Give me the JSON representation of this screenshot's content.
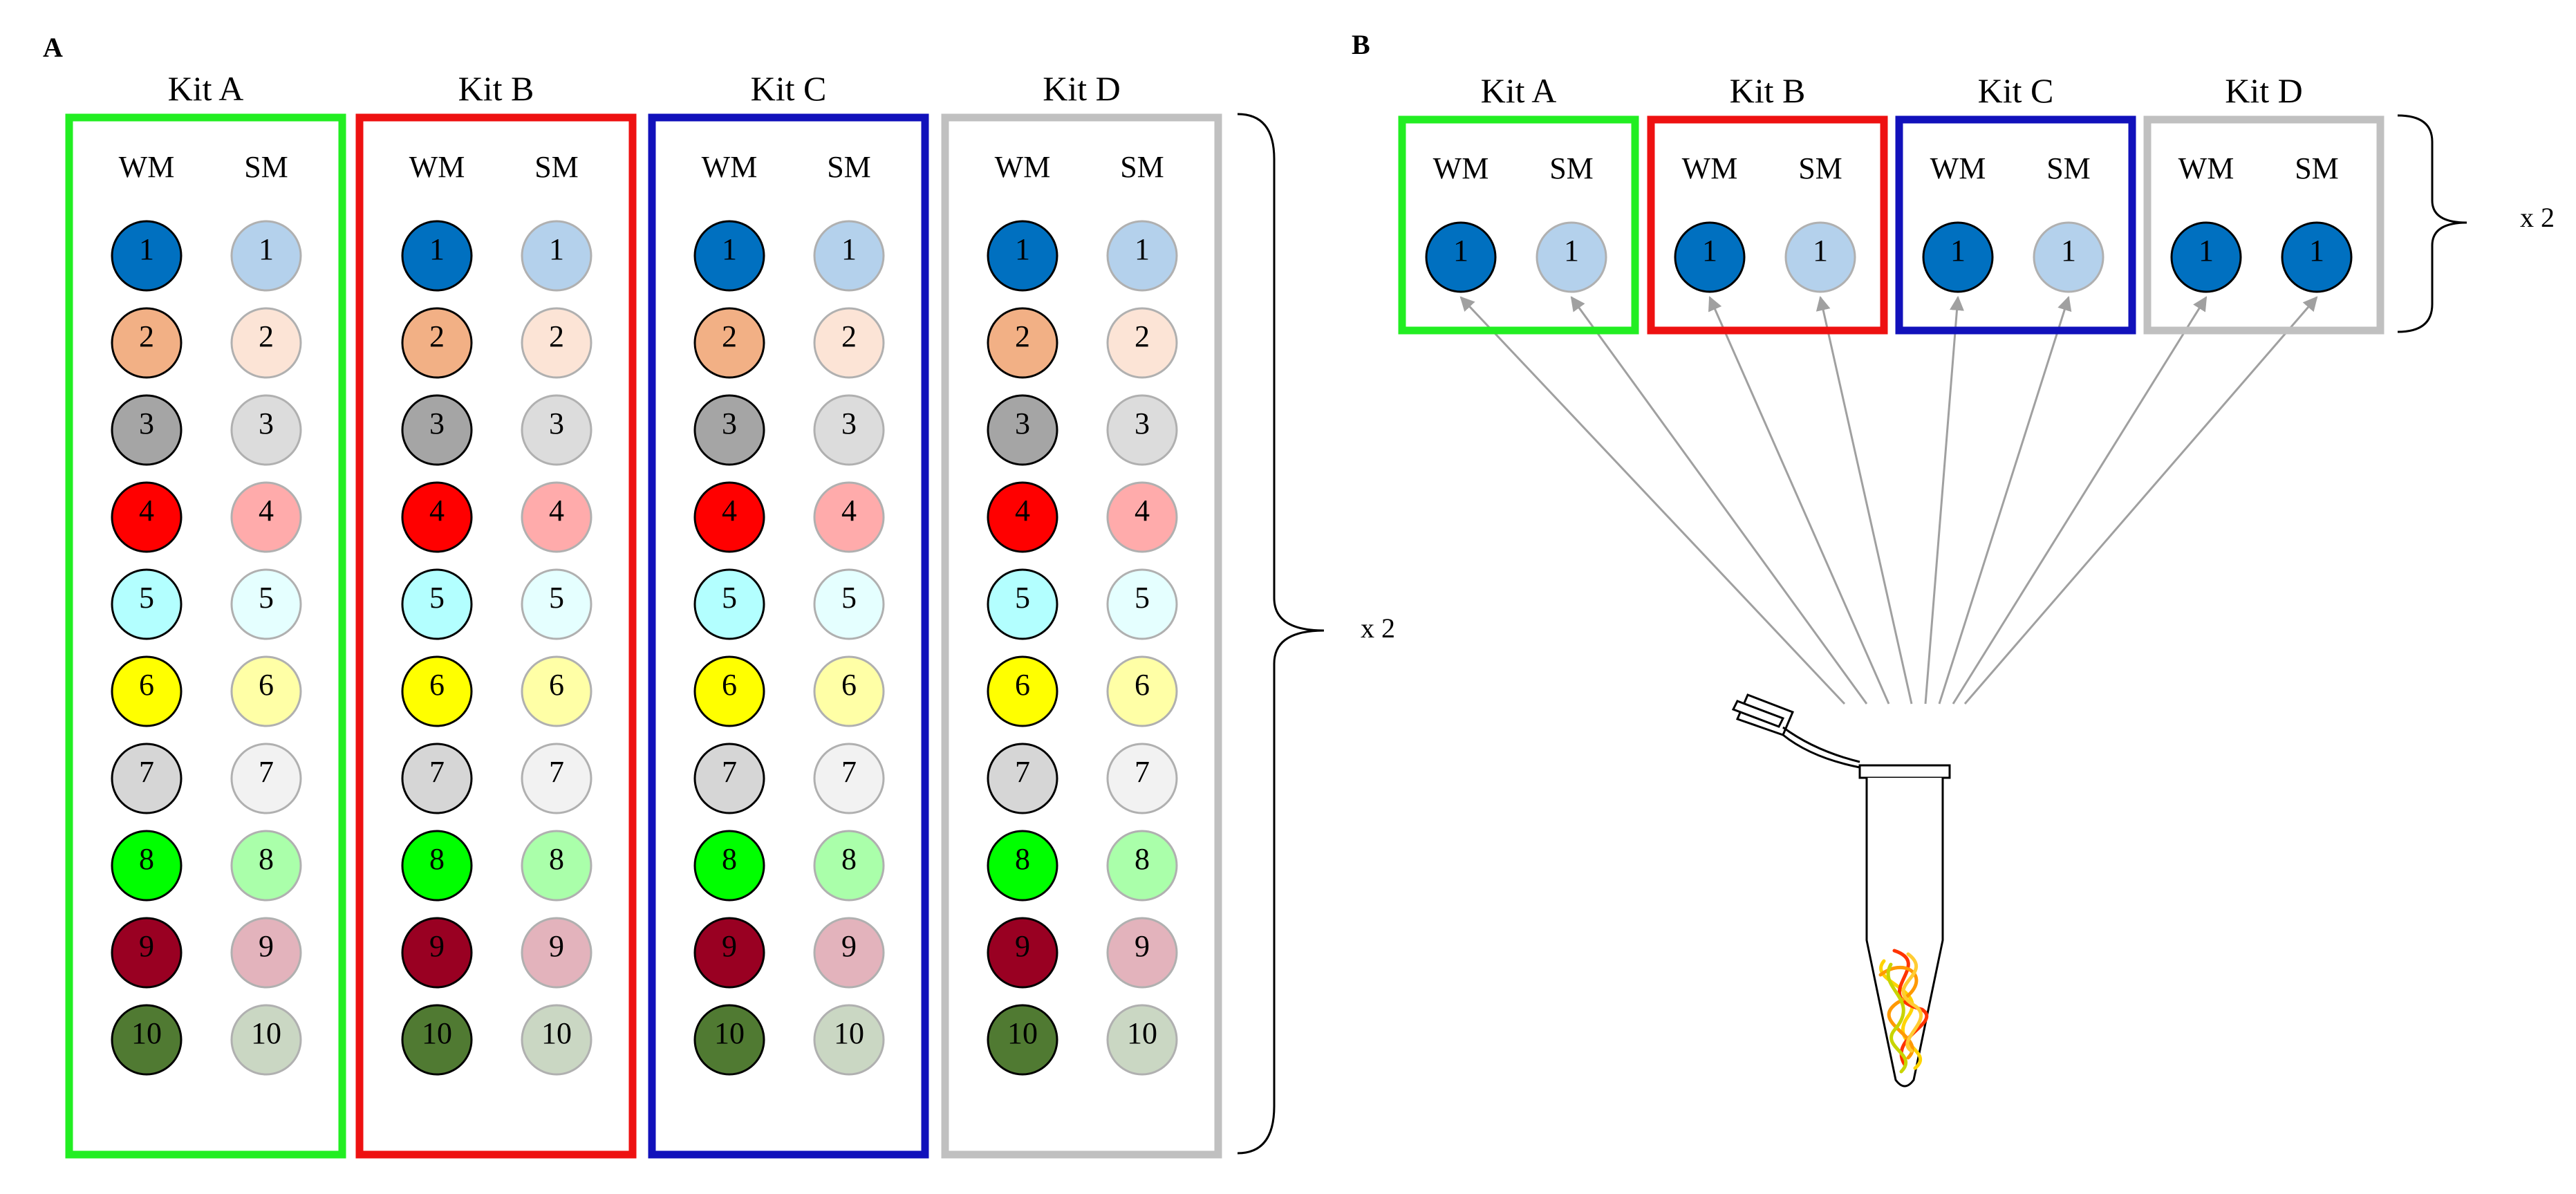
{
  "panel_a": {
    "label": "A",
    "multiplier": "x 2",
    "kits": [
      {
        "name": "Kit A",
        "color": "#22ee22"
      },
      {
        "name": "Kit B",
        "color": "#ee1111"
      },
      {
        "name": "Kit C",
        "color": "#1111bb"
      },
      {
        "name": "Kit D",
        "color": "#c0c0c0"
      }
    ],
    "wm_label": "WM",
    "sm_label": "SM",
    "samples": [
      {
        "label": "1",
        "wm_color": "#0070c0",
        "sm_color": "#b4d1ec"
      },
      {
        "label": "2",
        "wm_color": "#f2b085",
        "sm_color": "#fce4d6"
      },
      {
        "label": "3",
        "wm_color": "#a5a5a5",
        "sm_color": "#dcdcdc"
      },
      {
        "label": "4",
        "wm_color": "#ff0000",
        "sm_color": "#ffabab"
      },
      {
        "label": "5",
        "wm_color": "#b3ffff",
        "sm_color": "#e5ffff"
      },
      {
        "label": "6",
        "wm_color": "#ffff00",
        "sm_color": "#ffffa6"
      },
      {
        "label": "7",
        "wm_color": "#d6d6d6",
        "sm_color": "#f2f2f2"
      },
      {
        "label": "8",
        "wm_color": "#00ff00",
        "sm_color": "#aaffaa"
      },
      {
        "label": "9",
        "wm_color": "#990022",
        "sm_color": "#e3b3bc"
      },
      {
        "label": "10",
        "wm_color": "#507a32",
        "sm_color": "#cad7c3"
      }
    ]
  },
  "panel_b": {
    "label": "B",
    "multiplier": "x 2",
    "kits": [
      {
        "name": "Kit A",
        "color": "#22ee22",
        "wm_color": "#0070c0",
        "sm_color": "#b4d1ec"
      },
      {
        "name": "Kit B",
        "color": "#ee1111",
        "wm_color": "#0070c0",
        "sm_color": "#b4d1ec"
      },
      {
        "name": "Kit C",
        "color": "#1111bb",
        "wm_color": "#0070c0",
        "sm_color": "#b4d1ec"
      },
      {
        "name": "Kit D",
        "color": "#c0c0c0",
        "wm_color": "#0070c0",
        "sm_color": "#0070c0"
      }
    ],
    "wm_label": "WM",
    "sm_label": "SM",
    "sample_label": "1",
    "arrow_color": "#a0a0a0",
    "strand_colors": [
      "#ffd400",
      "#ff3300",
      "#ff9900",
      "#c8d400",
      "#ffcc33"
    ]
  }
}
